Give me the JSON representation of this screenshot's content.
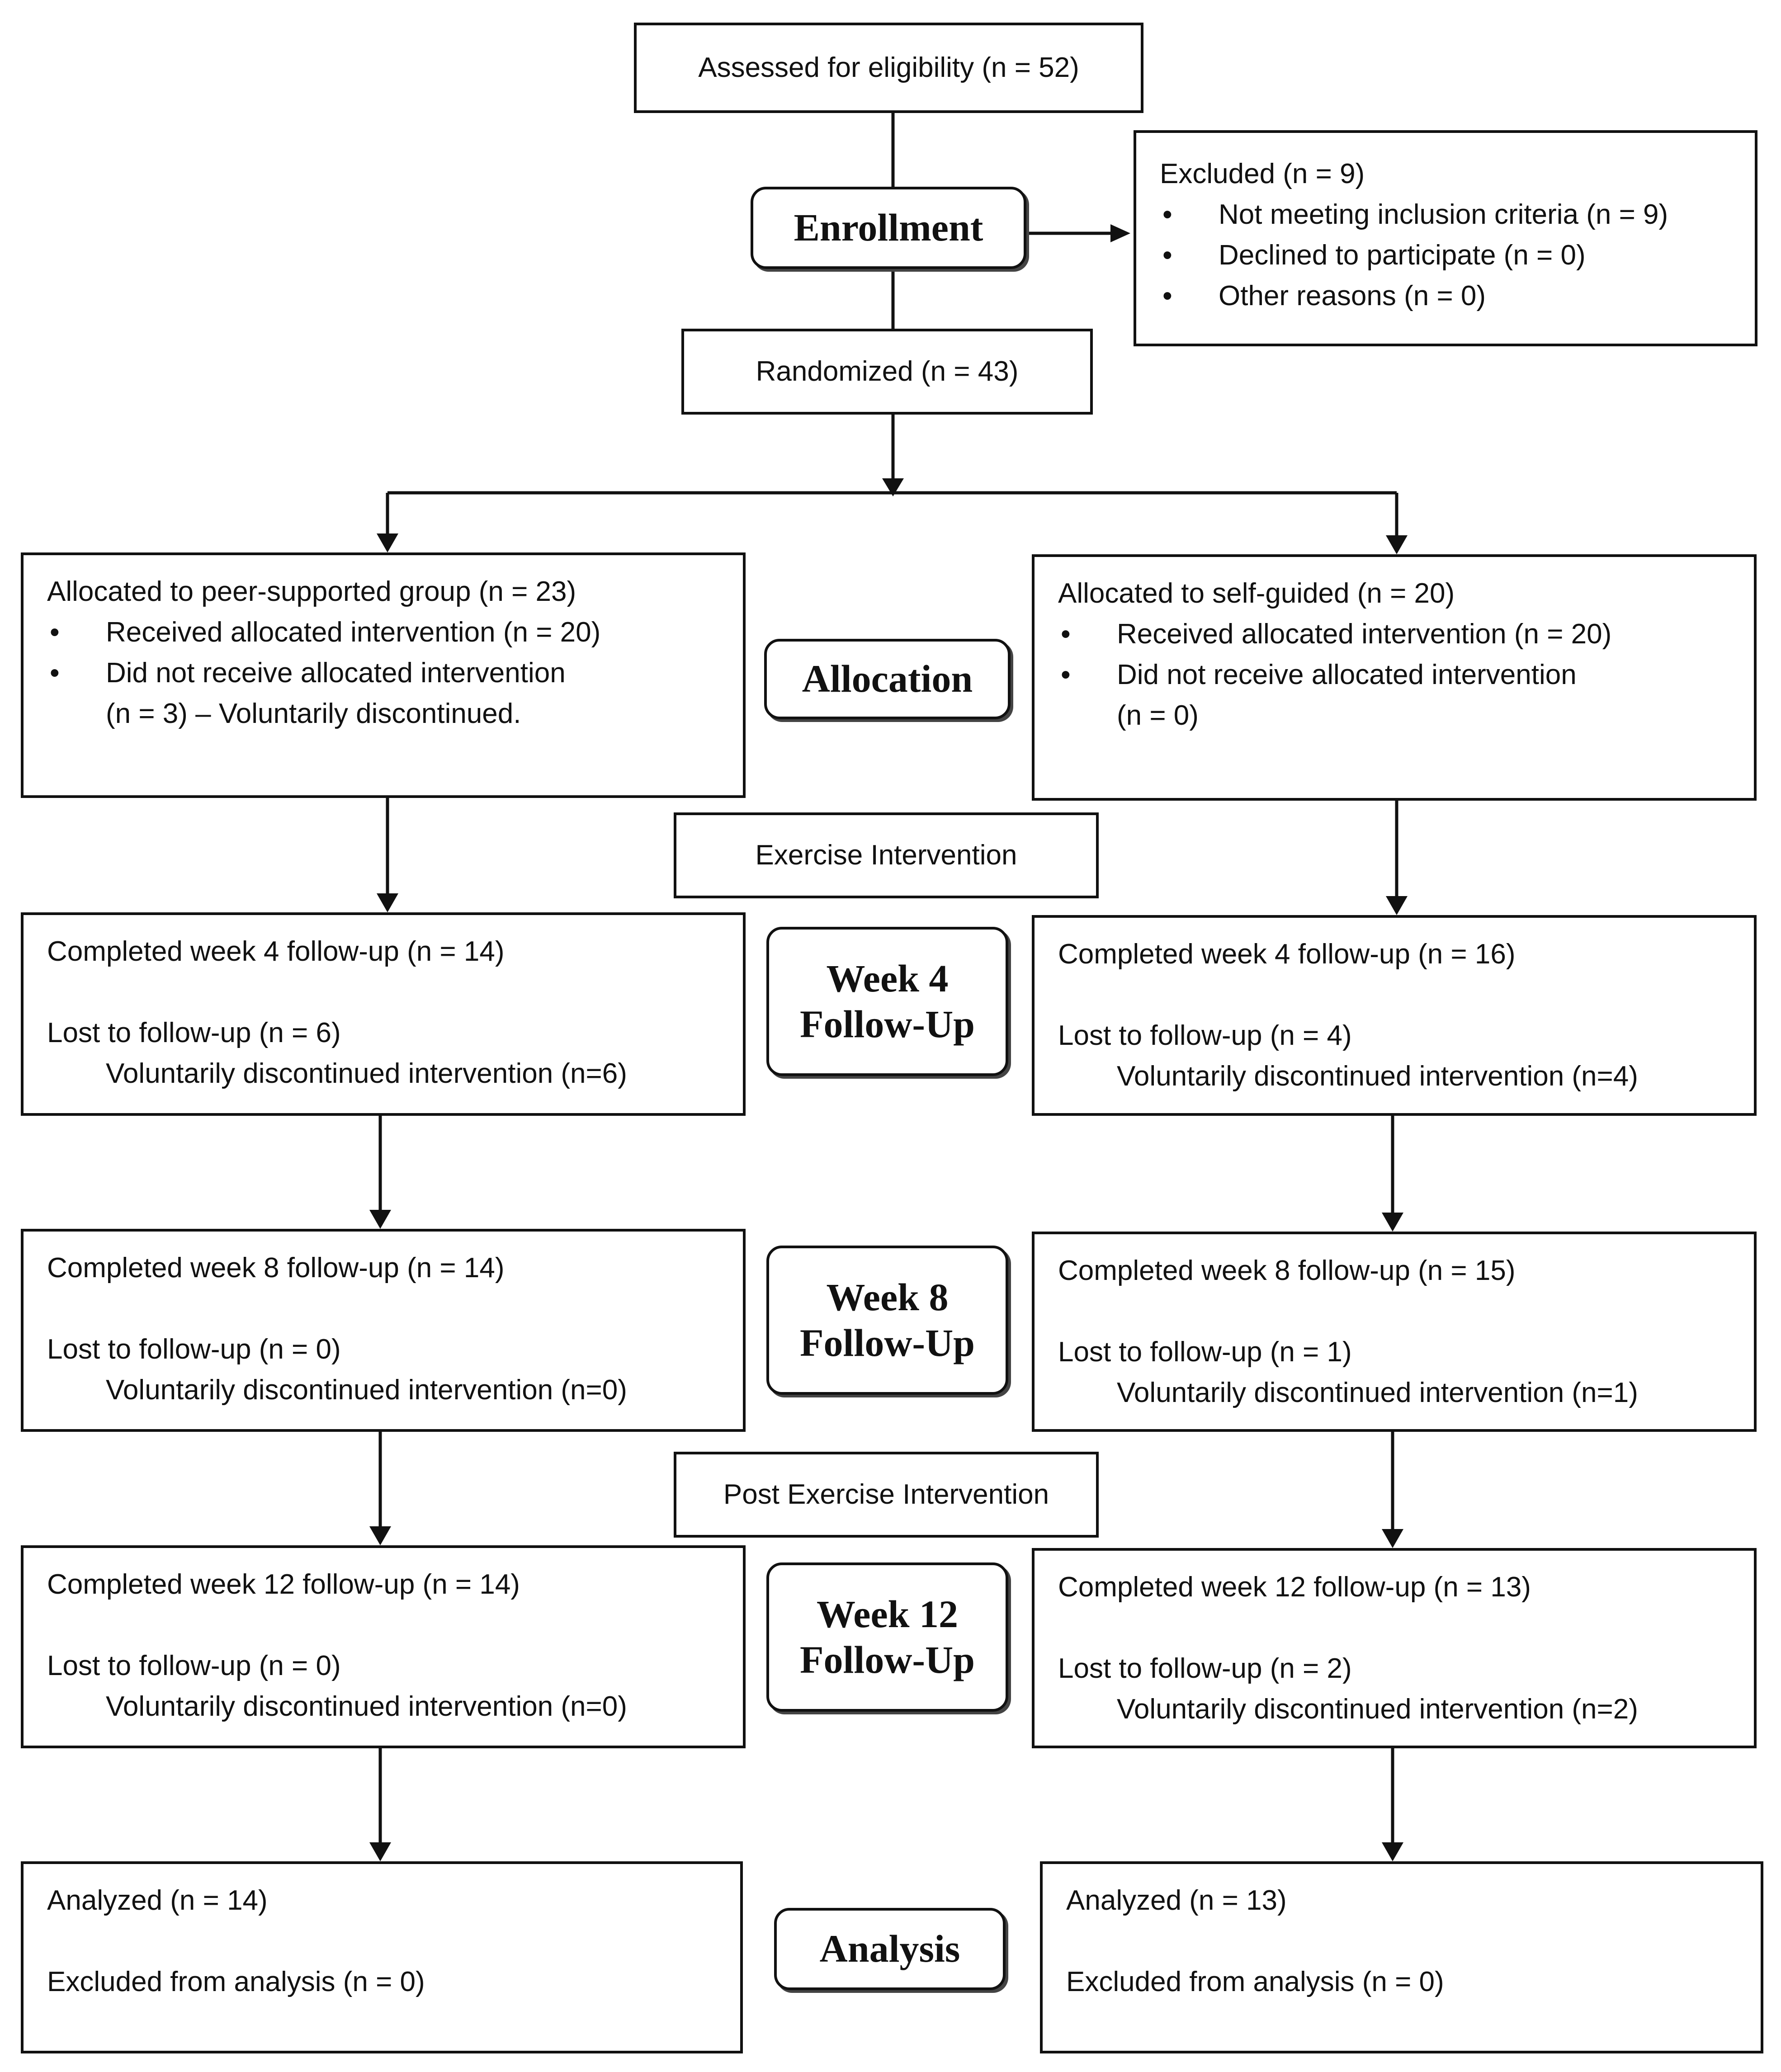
{
  "enrollment": {
    "assessed": "Assessed for eligibility (n = 52)",
    "stage_label": "Enrollment",
    "excluded": {
      "title": "Excluded (n = 9)",
      "reasons": [
        "Not meeting inclusion criteria (n = 9)",
        "Declined to participate (n = 0)",
        "Other reasons (n = 0)"
      ]
    },
    "randomized": "Randomized (n = 43)"
  },
  "allocation": {
    "stage_label": "Allocation",
    "left": {
      "title": "Allocated to peer-supported group (n = 23)",
      "received": "Received allocated intervention (n = 20)",
      "not_received": "Did not receive allocated intervention",
      "not_received_detail": "(n = 3) – Voluntarily discontinued."
    },
    "right": {
      "title": "Allocated to self-guided (n = 20)",
      "received": "Received allocated intervention (n = 20)",
      "not_received": "Did not receive allocated intervention",
      "not_received_detail": "(n = 0)"
    }
  },
  "exercise_intervention": "Exercise Intervention",
  "post_exercise_intervention": "Post Exercise Intervention",
  "week4": {
    "stage_line1": "Week 4",
    "stage_line2": "Follow-Up",
    "left": {
      "completed": "Completed week 4 follow-up (n = 14)",
      "lost": "Lost to follow-up (n = 6)",
      "reason": "Voluntarily discontinued intervention (n=6)"
    },
    "right": {
      "completed": "Completed week 4 follow-up (n = 16)",
      "lost": "Lost to follow-up (n = 4)",
      "reason": "Voluntarily discontinued intervention (n=4)"
    }
  },
  "week8": {
    "stage_line1": "Week 8",
    "stage_line2": "Follow-Up",
    "left": {
      "completed": "Completed week 8 follow-up (n = 14)",
      "lost": "Lost to follow-up (n = 0)",
      "reason": "Voluntarily discontinued intervention (n=0)"
    },
    "right": {
      "completed": "Completed week 8 follow-up (n = 15)",
      "lost": "Lost to follow-up (n = 1)",
      "reason": "Voluntarily discontinued intervention (n=1)"
    }
  },
  "week12": {
    "stage_line1": "Week 12",
    "stage_line2": "Follow-Up",
    "left": {
      "completed": "Completed week 12 follow-up (n = 14)",
      "lost": "Lost to follow-up (n = 0)",
      "reason": "Voluntarily discontinued intervention (n=0)"
    },
    "right": {
      "completed": "Completed week 12 follow-up (n = 13)",
      "lost": "Lost to follow-up (n = 2)",
      "reason": "Voluntarily discontinued intervention (n=2)"
    }
  },
  "analysis": {
    "stage_label": "Analysis",
    "left": {
      "analyzed": "Analyzed (n = 14)",
      "excluded": "Excluded from analysis (n = 0)"
    },
    "right": {
      "analyzed": "Analyzed (n = 13)",
      "excluded": "Excluded from analysis (n = 0)"
    }
  }
}
